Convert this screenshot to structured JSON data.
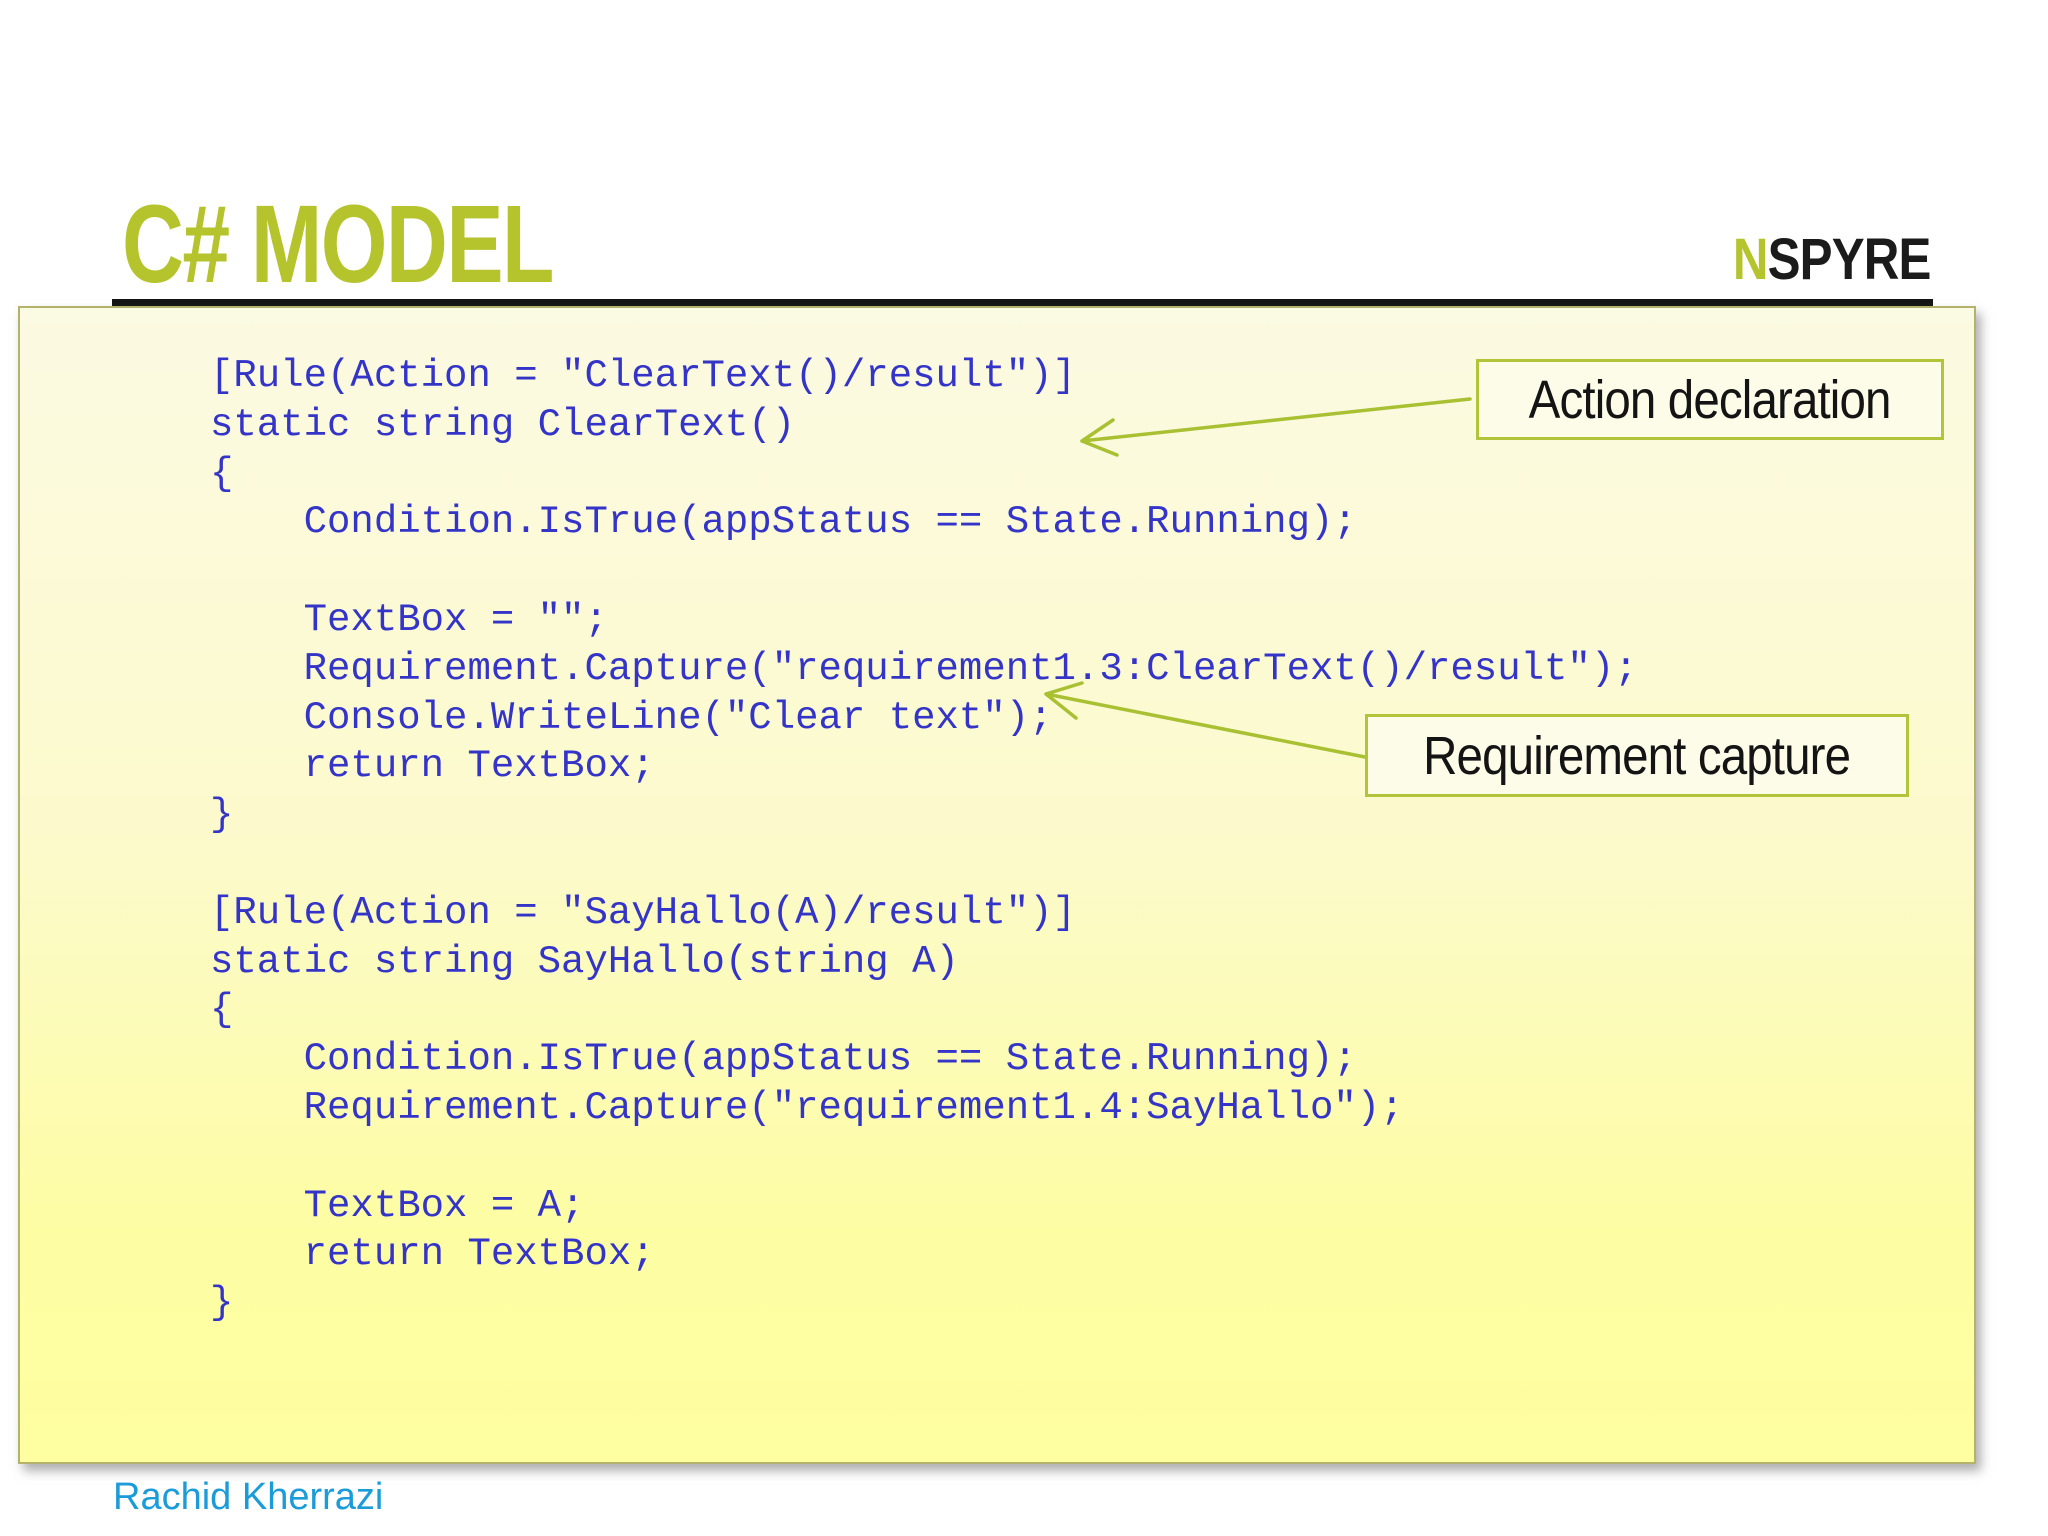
{
  "slide": {
    "title": "C# MODEL",
    "logo": {
      "prefix": "N",
      "rest": "SPYRE"
    },
    "footer_author": "Rachid Kherrazi"
  },
  "code": {
    "language": "csharp",
    "text": "[Rule(Action = \"ClearText()/result\")]\nstatic string ClearText()\n{\n    Condition.IsTrue(appStatus == State.Running);\n\n    TextBox = \"\";\n    Requirement.Capture(\"requirement1.3:ClearText()/result\");\n    Console.WriteLine(\"Clear text\");\n    return TextBox;\n}\n\n[Rule(Action = \"SayHallo(A)/result\")]\nstatic string SayHallo(string A)\n{\n    Condition.IsTrue(appStatus == State.Running);\n    Requirement.Capture(\"requirement1.4:SayHallo\");\n\n    TextBox = A;\n    return TextBox;\n}"
  },
  "callouts": [
    {
      "label": "Action declaration"
    },
    {
      "label": "Requirement capture"
    }
  ],
  "colors": {
    "accent_green": "#b5c32d",
    "arrow_green": "#a9c033",
    "callout_border": "#b2c43a",
    "code_blue": "#3434c8",
    "footer_blue": "#1b9cd8",
    "panel_bg_top": "#fbfae2",
    "panel_bg_bottom": "#feffa0",
    "divider_black": "#151515"
  }
}
